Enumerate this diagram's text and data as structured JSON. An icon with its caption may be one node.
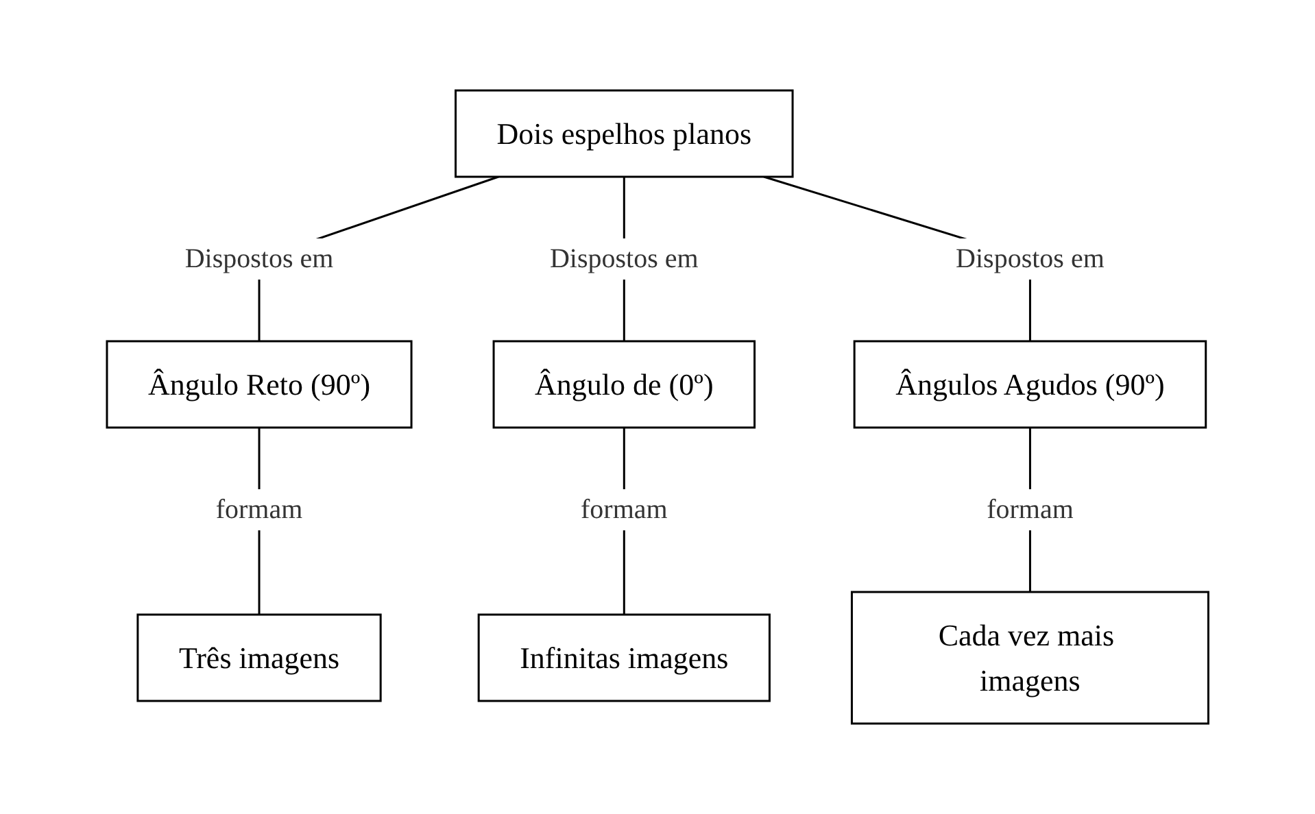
{
  "diagram": {
    "nodes": [
      {
        "text": [
          "Dois espelhos planos"
        ]
      },
      {
        "text": [
          "Ângulo Reto (90º)"
        ]
      },
      {
        "text": [
          "Ângulo de (0º)"
        ]
      },
      {
        "text": [
          "Ângulos Agudos (90º)"
        ]
      },
      {
        "text": [
          "Três imagens"
        ]
      },
      {
        "text": [
          "Infinitas imagens"
        ]
      },
      {
        "text": [
          "Cada vez mais imagens"
        ]
      }
    ],
    "edges": [
      {
        "from": 0,
        "to": 1,
        "arrow": "none",
        "label": "Dispostos em"
      },
      {
        "from": 0,
        "to": 2,
        "arrow": "none",
        "label": "Dispostos em"
      },
      {
        "from": 0,
        "to": 3,
        "arrow": "none",
        "label": "Dispostos em"
      },
      {
        "from": 1,
        "to": 4,
        "arrow": "none",
        "label": "formam"
      },
      {
        "from": 2,
        "to": 5,
        "arrow": "none",
        "label": "formam"
      },
      {
        "from": 3,
        "to": 6,
        "arrow": "none",
        "label": "formam"
      }
    ]
  }
}
